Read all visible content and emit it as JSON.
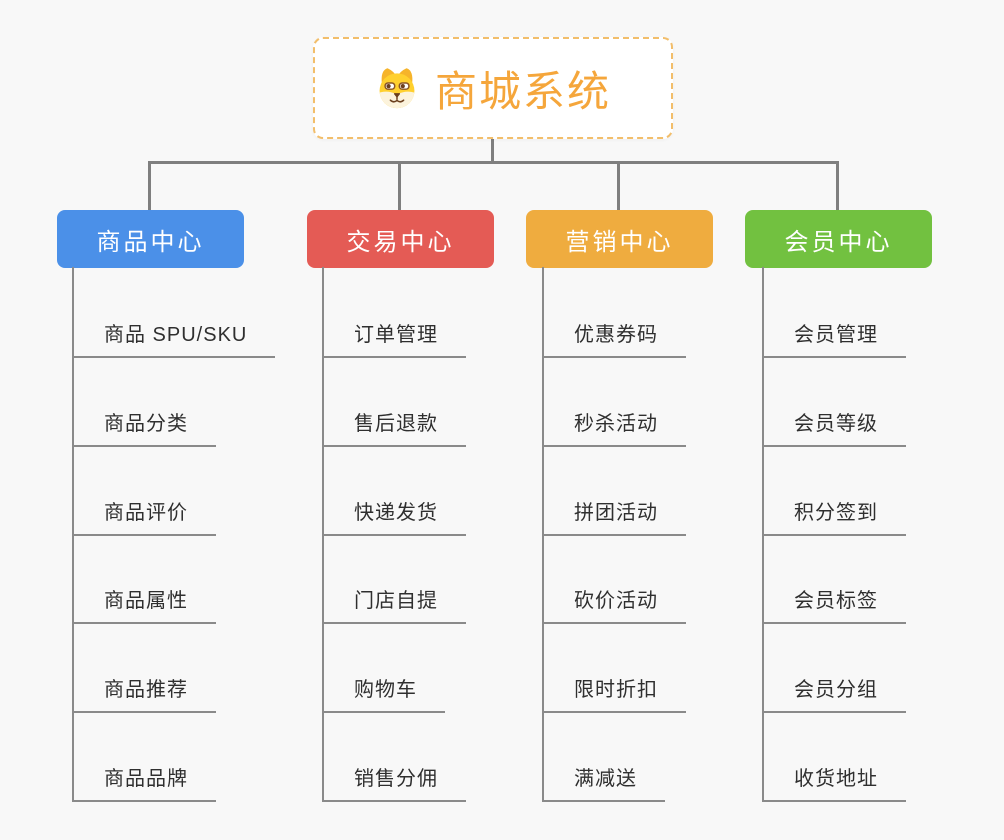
{
  "root": {
    "title": "商城系统",
    "icon": "dog-face-icon",
    "accent_color": "#f5a63b",
    "border_color": "#f2be6b"
  },
  "connector_color": "#7f7f7f",
  "leaf_line_color": "#8a8a8a",
  "branches": [
    {
      "label": "商品中心",
      "color": "#4b90e8",
      "items": [
        "商品 SPU/SKU",
        "商品分类",
        "商品评价",
        "商品属性",
        "商品推荐",
        "商品品牌"
      ]
    },
    {
      "label": "交易中心",
      "color": "#e45b55",
      "items": [
        "订单管理",
        "售后退款",
        "快递发货",
        "门店自提",
        "购物车",
        "销售分佣"
      ]
    },
    {
      "label": "营销中心",
      "color": "#efac3f",
      "items": [
        "优惠券码",
        "秒杀活动",
        "拼团活动",
        "砍价活动",
        "限时折扣",
        "满减送"
      ]
    },
    {
      "label": "会员中心",
      "color": "#72c140",
      "items": [
        "会员管理",
        "会员等级",
        "积分签到",
        "会员标签",
        "会员分组",
        "收货地址"
      ]
    }
  ]
}
